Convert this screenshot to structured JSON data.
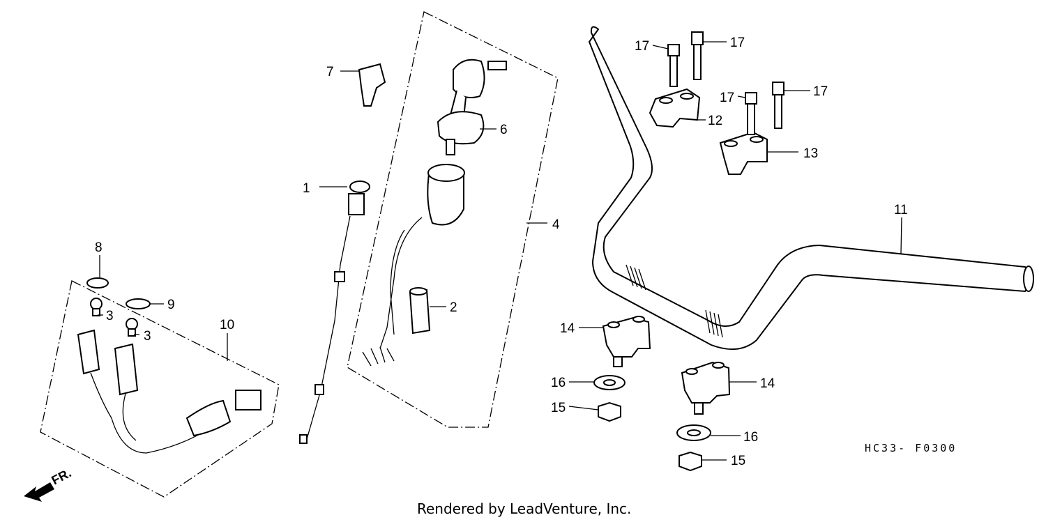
{
  "callouts": {
    "c1": "1",
    "c2": "2",
    "c3a": "3",
    "c3b": "3",
    "c4": "4",
    "c6": "6",
    "c7": "7",
    "c8": "8",
    "c9": "9",
    "c10": "10",
    "c11": "11",
    "c12": "12",
    "c13": "13",
    "c14a": "14",
    "c14b": "14",
    "c15a": "15",
    "c15b": "15",
    "c16a": "16",
    "c16b": "16",
    "c17a": "17",
    "c17b": "17",
    "c17c": "17",
    "c17d": "17"
  },
  "diagram_code": "HC33- F0300",
  "front_marker": "FR.",
  "credit": "Rendered by LeadVenture, Inc."
}
